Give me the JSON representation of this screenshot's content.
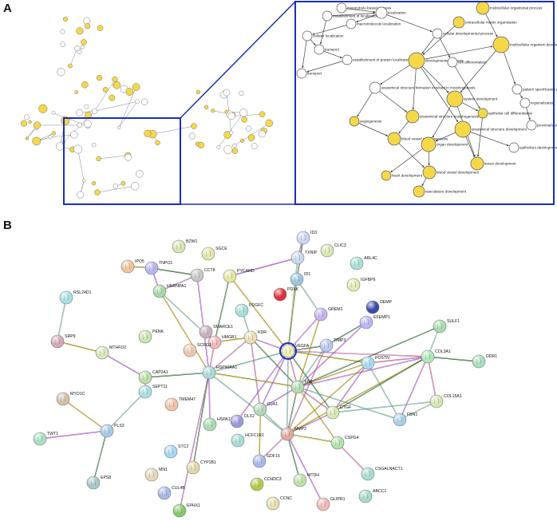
{
  "panels": {
    "a": "A",
    "b": "B"
  },
  "go_nodes": [
    {
      "id": "microtubule-based",
      "label": "microtubule-based process",
      "hl": false
    },
    {
      "id": "establish-localization",
      "label": "establishment of localization",
      "hl": false
    },
    {
      "id": "localization",
      "label": "localization",
      "hl": false
    },
    {
      "id": "macromolecule-localization",
      "label": "macromolecule localization",
      "hl": false
    },
    {
      "id": "cellular-localization",
      "label": "cellular localization",
      "hl": false
    },
    {
      "id": "transport",
      "label": "transport",
      "hl": false
    },
    {
      "id": "establish-protein-localization",
      "label": "establishment of protein localization",
      "hl": false
    },
    {
      "id": "viral-transport",
      "label": "transport",
      "hl": false
    },
    {
      "id": "multicellular-organismal",
      "label": "multicellular organismal process",
      "hl": true
    },
    {
      "id": "extracellular-matrix",
      "label": "extracellular matrix organization",
      "hl": true
    },
    {
      "id": "cellular-developmental",
      "label": "cellular developmental process",
      "hl": false
    },
    {
      "id": "multicellular-development",
      "label": "multicellular organism development",
      "hl": true
    },
    {
      "id": "developmental-process",
      "label": "developmental process",
      "hl": true
    },
    {
      "id": "cell-differentiation",
      "label": "cell differentiation",
      "hl": false
    },
    {
      "id": "anatomical-morphogenesis",
      "label": "anatomical structure formation involved in morphogenesis",
      "hl": false
    },
    {
      "id": "system-development",
      "label": "system development",
      "hl": true
    },
    {
      "id": "pattern-specification",
      "label": "pattern specification process",
      "hl": false
    },
    {
      "id": "regionalization",
      "label": "regionalization",
      "hl": false
    },
    {
      "id": "angiogenesis",
      "label": "angiogenesis",
      "hl": true
    },
    {
      "id": "anatomical-structure-morphogenesis",
      "label": "anatomical structure morphogenesis",
      "hl": true
    },
    {
      "id": "epithelial-differentiation",
      "label": "epithelial cell differentiation",
      "hl": true
    },
    {
      "id": "anatomical-structure-development",
      "label": "anatomical structure development",
      "hl": true
    },
    {
      "id": "proximodistal-pattern",
      "label": "proximal/distal pattern formation",
      "hl": false
    },
    {
      "id": "blood-vessel-morphogenesis",
      "label": "blood vessel morphogenesis",
      "hl": true
    },
    {
      "id": "organ-development",
      "label": "organ development",
      "hl": true
    },
    {
      "id": "tissue-development",
      "label": "tissue development",
      "hl": true
    },
    {
      "id": "epithelium-development",
      "label": "epithelium development",
      "hl": false
    },
    {
      "id": "heart-development",
      "label": "heart development",
      "hl": true
    },
    {
      "id": "blood-vessel-development",
      "label": "blood vessel development",
      "hl": true
    },
    {
      "id": "vasculature-development",
      "label": "vasculature development",
      "hl": true
    }
  ],
  "ppi_nodes": [
    {
      "id": "BZW1",
      "label": "BZW1",
      "color": "#d6e6b0"
    },
    {
      "id": "SGCE",
      "label": "SGCE",
      "color": "#e5e6a8"
    },
    {
      "id": "ID3",
      "label": "ID3",
      "color": "#c8d8f0"
    },
    {
      "id": "CLIC3",
      "label": "CLIC3",
      "color": "#d7e8b2"
    },
    {
      "id": "ARL4C",
      "label": "ARL4C",
      "color": "#a8e0d6"
    },
    {
      "id": "IPO5",
      "label": "IPO5",
      "color": "#f1c49c"
    },
    {
      "id": "TNPO1",
      "label": "TNPO1",
      "color": "#b6b6f0"
    },
    {
      "id": "CCT8",
      "label": "CCT8",
      "color": "#c7c7c7"
    },
    {
      "id": "TXNIP",
      "label": "TXNIP",
      "color": "#c9d9ec"
    },
    {
      "id": "PYCARD",
      "label": "PYCARD",
      "color": "#e6e6a2"
    },
    {
      "id": "ID1",
      "label": "ID1",
      "color": "#9cc6e0"
    },
    {
      "id": "IGFBP6",
      "label": "IGFBP6",
      "color": "#e4ebb2"
    },
    {
      "id": "RSL24D1",
      "label": "RSL24D1",
      "color": "#a6e2e6"
    },
    {
      "id": "HNRNPA1",
      "label": "HNRNPA1",
      "color": "#a8d8a8"
    },
    {
      "id": "PDXK",
      "label": "PDXK",
      "color": "#e0303a"
    },
    {
      "id": "DEMP",
      "label": "DEMP",
      "color": "#3c4ab0"
    },
    {
      "id": "PDGFC",
      "label": "PDGFC",
      "color": "#a6e0da"
    },
    {
      "id": "GREM1",
      "label": "GREM1",
      "color": "#c6b2f0"
    },
    {
      "id": "EFEMP1",
      "label": "EFEMP1",
      "color": "#b8b8f2"
    },
    {
      "id": "PENK",
      "label": "PENK",
      "color": "#c8e6b2"
    },
    {
      "id": "SMARCE1",
      "label": "SMARCE1",
      "color": "#c8b2c2"
    },
    {
      "id": "HMGB1",
      "label": "HMGB1",
      "color": "#f0b8b8"
    },
    {
      "id": "KDR",
      "label": "KDR",
      "color": "#e8e0b2"
    },
    {
      "id": "SULF1",
      "label": "SULF1",
      "color": "#a8dcaa"
    },
    {
      "id": "SRP9",
      "label": "SRP9",
      "color": "#d8a8b8"
    },
    {
      "id": "MTHFD2",
      "label": "MTHFD2",
      "color": "#d8e8b8"
    },
    {
      "id": "SCRG1",
      "label": "SCRG1",
      "color": "#f0c8b2"
    },
    {
      "id": "VEGFA",
      "label": "VEGFA",
      "color": "#eeeeb0"
    },
    {
      "id": "TIMP3",
      "label": "TIMP3",
      "color": "#b8c8f0"
    },
    {
      "id": "DDR1",
      "label": "DDR1",
      "color": "#a8e0c0"
    },
    {
      "id": "HSP90AA1",
      "label": "HSP90AA1",
      "color": "#a8dcd8"
    },
    {
      "id": "POSTN",
      "label": "POSTN",
      "color": "#a8d8f0"
    },
    {
      "id": "COL3A1",
      "label": "COL3A1",
      "color": "#b0e6b8"
    },
    {
      "id": "CAP2A1",
      "label": "CAP2A1",
      "color": "#b8e0a8"
    },
    {
      "id": "FN1",
      "label": "FN1",
      "color": "#b2dcb2"
    },
    {
      "id": "SEPT11",
      "label": "SEPT11",
      "color": "#a8e0e0"
    },
    {
      "id": "TMEM47",
      "label": "TMEM47",
      "color": "#f0c4a8"
    },
    {
      "id": "GJA1",
      "label": "GJA1",
      "color": "#b2d8b8"
    },
    {
      "id": "MYO1C",
      "label": "MYO1C",
      "color": "#d8c0a8"
    },
    {
      "id": "CTGF",
      "label": "CTGF",
      "color": "#d8e8b2"
    },
    {
      "id": "COL15A1",
      "label": "COL15A1",
      "color": "#d6e6b2"
    },
    {
      "id": "FBN1",
      "label": "FBN1",
      "color": "#a8d0e8"
    },
    {
      "id": "HSPA13",
      "label": "HSPA13",
      "color": "#a8dcb0"
    },
    {
      "id": "PLS3",
      "label": "PLS3",
      "color": "#a8cce6"
    },
    {
      "id": "DLX2",
      "label": "DLX2",
      "color": "#9a9ae0"
    },
    {
      "id": "MMP2",
      "label": "MMP2",
      "color": "#e0a8a0"
    },
    {
      "id": "HCFC1R1",
      "label": "HCFC1R1",
      "color": "#a8dcd8"
    },
    {
      "id": "CSPG4",
      "label": "CSPG4",
      "color": "#b2e0a8"
    },
    {
      "id": "TWT1",
      "label": "TWT1",
      "color": "#a8e0c8"
    },
    {
      "id": "STC2",
      "label": "STC2",
      "color": "#a8d8f0"
    },
    {
      "id": "CYP1B1",
      "label": "CYP1B1",
      "color": "#e0d8a8"
    },
    {
      "id": "GDF15",
      "label": "GDF15",
      "color": "#a8b8e8"
    },
    {
      "id": "CSGALNACT1",
      "label": "CSGALNACT1",
      "color": "#a8dcd0"
    },
    {
      "id": "EPS8",
      "label": "EPS8",
      "color": "#a8c8c8"
    },
    {
      "id": "MN1",
      "label": "MN1",
      "color": "#e6d8b8"
    },
    {
      "id": "CCHDC3",
      "label": "CCHDC3",
      "color": "#b8c848"
    },
    {
      "id": "MTDH",
      "label": "MTDH",
      "color": "#c0e0a8"
    },
    {
      "id": "ABCC1",
      "label": "ABCC1",
      "color": "#a8dcc8"
    },
    {
      "id": "CUL4B",
      "label": "CUL4B",
      "color": "#a8b8e8"
    },
    {
      "id": "CCNC",
      "label": "CCNC",
      "color": "#e8e0b0"
    },
    {
      "id": "GLIPR1",
      "label": "GLIPR1",
      "color": "#f0b8b8"
    },
    {
      "id": "EPHX1",
      "label": "EPHX1",
      "color": "#88c868"
    }
  ],
  "colors": {
    "frame": "#1a2fb8",
    "highlight_node": "#f5d84a",
    "plain_node": "#ffffff"
  }
}
